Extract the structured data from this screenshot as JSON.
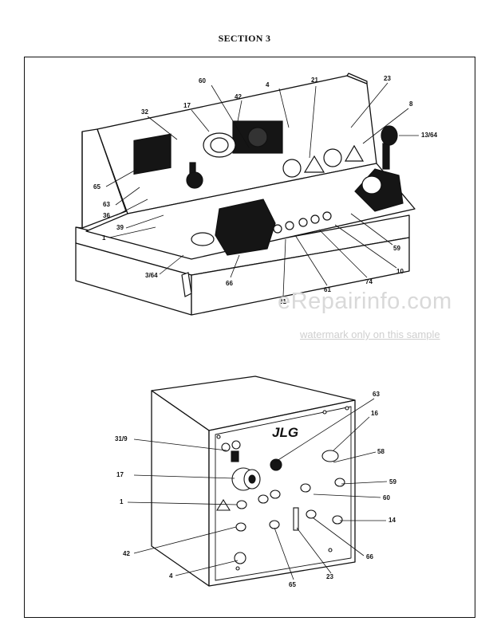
{
  "page": {
    "section_title": "SECTION 3",
    "watermark_main": "eRepairinfo.com",
    "watermark_sub": "watermark only on this sample"
  },
  "upper_console": {
    "callouts": [
      "60",
      "4",
      "21",
      "23",
      "42",
      "17",
      "32",
      "8",
      "13/64",
      "65",
      "63",
      "36",
      "39",
      "1",
      "3/64",
      "66",
      "31",
      "61",
      "74",
      "10",
      "59"
    ]
  },
  "lower_console": {
    "brand": "JLG",
    "callouts": [
      "63",
      "16",
      "31/9",
      "58",
      "17",
      "59",
      "1",
      "60",
      "14",
      "42",
      "66",
      "4",
      "65",
      "23"
    ]
  }
}
